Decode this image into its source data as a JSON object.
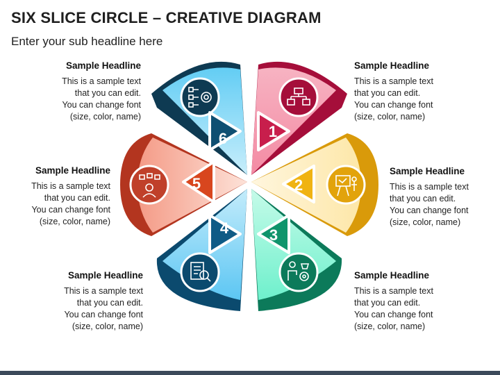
{
  "title": "SIX SLICE CIRCLE – CREATIVE DIAGRAM",
  "subtitle": "Enter your sub headline here",
  "slices": [
    {
      "number": "1",
      "color": "#a50e3a",
      "light": "#f5a0b4",
      "icon": "org-chart-icon"
    },
    {
      "number": "2",
      "color": "#d99a0a",
      "light": "#fde1a0",
      "icon": "presentation-board-icon"
    },
    {
      "number": "3",
      "color": "#0c7a5a",
      "light": "#86f0d0",
      "icon": "person-gear-icon"
    },
    {
      "number": "4",
      "color": "#0b4a6e",
      "light": "#7fd2f5",
      "icon": "document-magnifier-icon"
    },
    {
      "number": "5",
      "color": "#b3351f",
      "light": "#f6b6a0",
      "icon": "person-network-icon"
    },
    {
      "number": "6",
      "color": "#0e3a52",
      "light": "#8fdcf5",
      "icon": "checklist-target-icon"
    }
  ],
  "blocks": [
    {
      "headline": "Sample Headline",
      "lines": [
        "This is a sample text",
        "that you can edit.",
        "You can change font",
        "(size, color, name)"
      ]
    },
    {
      "headline": "Sample Headline",
      "lines": [
        "This is a sample text",
        "that you can edit.",
        "You can change font",
        "(size, color, name)"
      ]
    },
    {
      "headline": "Sample Headline",
      "lines": [
        "This is a sample text",
        "that you can edit.",
        "You can change font",
        "(size, color, name)"
      ]
    },
    {
      "headline": "Sample Headline",
      "lines": [
        "This is a sample text",
        "that you can edit.",
        "You can change font",
        "(size, color, name)"
      ]
    },
    {
      "headline": "Sample Headline",
      "lines": [
        "This is a sample text",
        "that you can edit.",
        "You can change font",
        "(size, color, name)"
      ]
    },
    {
      "headline": "Sample Headline",
      "lines": [
        "This is a sample text",
        "that you can edit.",
        "You can change font",
        "(size, color, name)"
      ]
    }
  ]
}
